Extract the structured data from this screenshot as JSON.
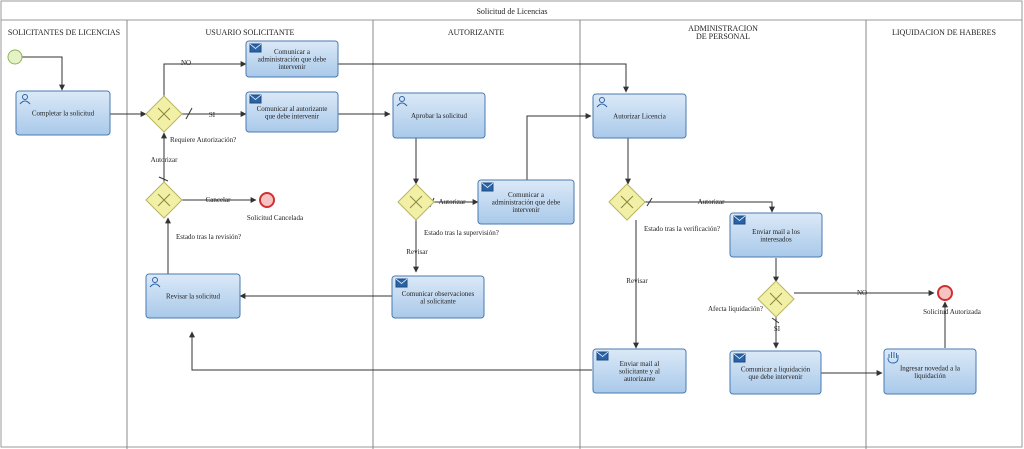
{
  "pool_title": "Solicitud de Licencias",
  "lanes": [
    {
      "id": "lane-solicitantes",
      "title": "SOLICITANTES DE LICENCIAS"
    },
    {
      "id": "lane-usuario",
      "title": "USUARIO SOLICITANTE"
    },
    {
      "id": "lane-autorizante",
      "title": "AUTORIZANTE"
    },
    {
      "id": "lane-admin",
      "title": "ADMINISTRACION DE PERSONAL"
    },
    {
      "id": "lane-liquidacion",
      "title": "LIQUIDACION DE HABERES"
    }
  ],
  "tasks": {
    "completar": "Completar la solicitud",
    "comunicar_admin_1": "Comunicar a administración que debe intervenir",
    "comunicar_autorizante": "Comunicar al autorizante que debe intervenir",
    "revisar": "Revisar la solicitud",
    "aprobar": "Aprobar la solicitud",
    "comunicar_admin_2": "Comunicar a administración que debe intervenir",
    "comunicar_observaciones": "Comunicar observaciones al solicitante",
    "autorizar_licencia": "Autorizar Licencia",
    "enviar_mail_interesados": "Enviar mail a los interesados",
    "enviar_mail_solicitante": "Enviar mail al solicitante y al autorizante",
    "comunicar_liquidacion": "Comunicar a liquidación que debe intervenir",
    "ingresar_novedad": "Ingresar novedad a la liquidación"
  },
  "gateways": {
    "requiere_autorizacion": "Requiere Autorización?",
    "estado_revision": "Estado tras la revisión?",
    "estado_supervision": "Estado tras la supervisión?",
    "estado_verificacion": "Estado tras la verificación?",
    "afecta_liquidacion": "Afecta liquidación?"
  },
  "events": {
    "cancelada": "Solicitud Cancelada",
    "autorizada": "Solicitud Autorizada"
  },
  "flow_labels": {
    "no_1": "NO",
    "si_1": "SI",
    "autorizar_1": "Autorizar",
    "cancelar": "Cancelar",
    "autorizar_2": "Autorizar",
    "revisar_1": "Revisar",
    "autorizar_3": "Autorizar",
    "revisar_2": "Revisar",
    "no_2": "NO",
    "si_2": "SI"
  },
  "colors": {
    "task_fill_top": "#dbe9f7",
    "task_fill_bottom": "#a9c9ea",
    "task_stroke": "#4a7ab0",
    "gateway_fill": "#f1f0a6",
    "gateway_stroke": "#b9b560",
    "start_fill": "#e4f2c6",
    "end_fill": "#f6c3c3",
    "end_stroke": "#d03030"
  }
}
